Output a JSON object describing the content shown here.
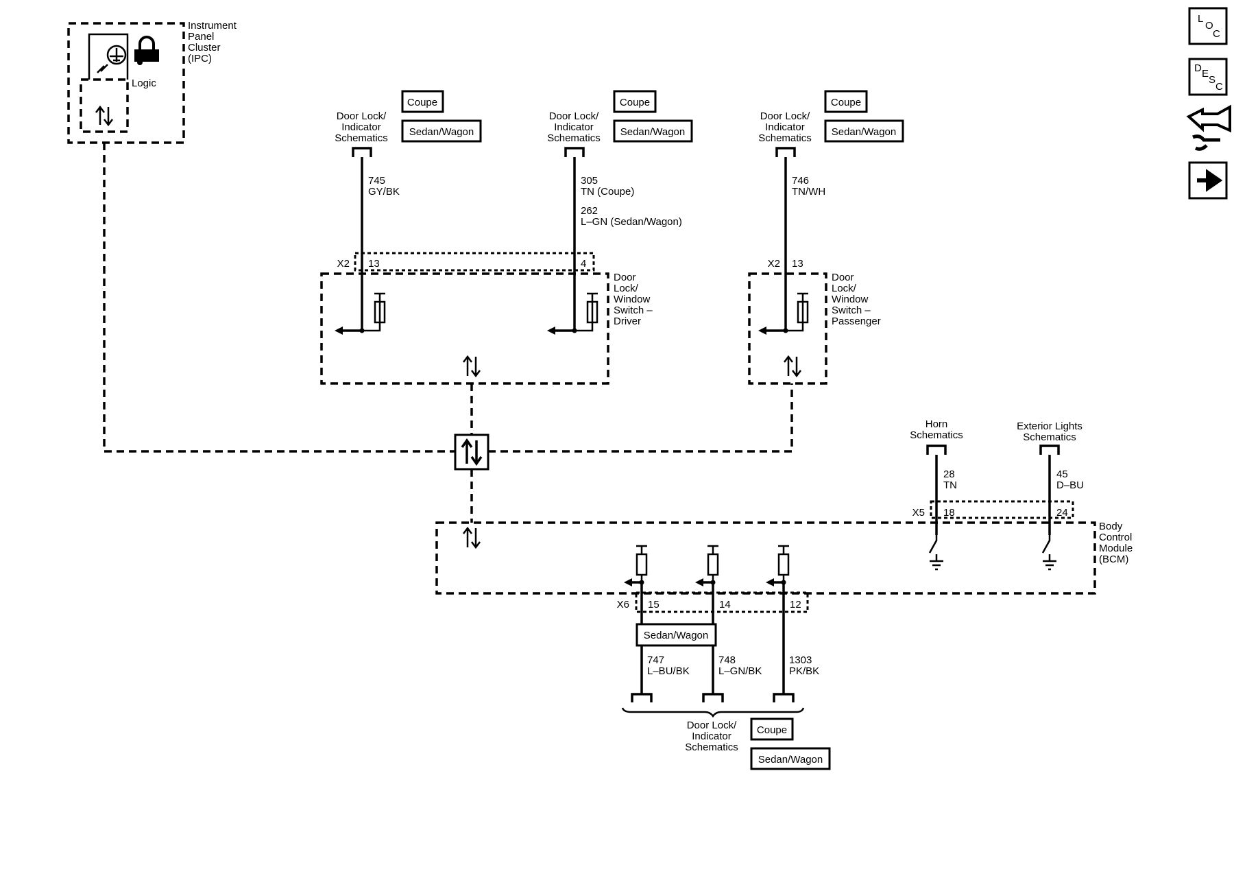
{
  "ipc": {
    "label_lines": [
      "Instrument",
      "Panel",
      "Cluster",
      "(IPC)"
    ],
    "logic": "Logic"
  },
  "top_connectors": [
    {
      "ref_lines": [
        "Door Lock/",
        "Indicator",
        "Schematics"
      ],
      "variant_a": "Coupe",
      "variant_b": "Sedan/Wagon"
    },
    {
      "ref_lines": [
        "Door Lock/",
        "Indicator",
        "Schematics"
      ],
      "variant_a": "Coupe",
      "variant_b": "Sedan/Wagon"
    },
    {
      "ref_lines": [
        "Door Lock/",
        "Indicator",
        "Schematics"
      ],
      "variant_a": "Coupe",
      "variant_b": "Sedan/Wagon"
    }
  ],
  "wires_top": [
    {
      "circuit": "745",
      "color": "GY/BK"
    },
    {
      "circuit": "305",
      "color": "TN (Coupe)",
      "circuit2": "262",
      "color2": "L–GN (Sedan/Wagon)"
    },
    {
      "circuit": "746",
      "color": "TN/WH"
    }
  ],
  "driver_switch": {
    "connector": "X2",
    "pin_a": "13",
    "pin_b": "4",
    "label_lines": [
      "Door",
      "Lock/",
      "Window",
      "Switch –",
      "Driver"
    ]
  },
  "passenger_switch": {
    "connector": "X2",
    "pin": "13",
    "label_lines": [
      "Door",
      "Lock/",
      "Window",
      "Switch –",
      "Passenger"
    ]
  },
  "horn": {
    "ref_lines": [
      "Horn",
      "Schematics"
    ],
    "circuit": "28",
    "color": "TN"
  },
  "ext_lights": {
    "ref_lines": [
      "Exterior Lights",
      "Schematics"
    ],
    "circuit": "45",
    "color": "D–BU"
  },
  "bcm": {
    "label_lines": [
      "Body",
      "Control",
      "Module",
      "(BCM)"
    ],
    "x5": "X5",
    "x5_pin_a": "18",
    "x5_pin_b": "24",
    "x6": "X6",
    "x6_pins": [
      "15",
      "14",
      "12"
    ]
  },
  "bottom_wires": [
    {
      "circuit": "747",
      "color": "L–BU/BK"
    },
    {
      "circuit": "748",
      "color": "L–GN/BK"
    },
    {
      "circuit": "1303",
      "color": "PK/BK"
    }
  ],
  "bottom_variant_box": "Sedan/Wagon",
  "bottom_ref": {
    "ref_lines": [
      "Door Lock/",
      "Indicator",
      "Schematics"
    ],
    "variant_a": "Coupe",
    "variant_b": "Sedan/Wagon"
  },
  "nav": {
    "loc": [
      "L",
      "O",
      "C"
    ],
    "desc": [
      "D",
      "E",
      "S",
      "C"
    ]
  }
}
